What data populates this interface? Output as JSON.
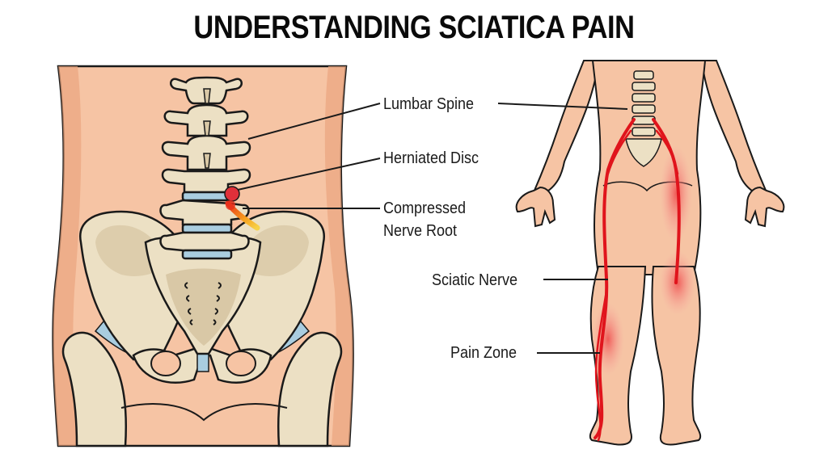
{
  "title": "UNDERSTANDING SCIATICA PAIN",
  "colors": {
    "skin": "#f6c4a4",
    "skin_shadow": "#eba57f",
    "bone": "#ece0c4",
    "bone_shadow": "#d9c8a6",
    "disc": "#a9cde0",
    "nerve": "#e0141c",
    "pain_glow": "#f26a6a",
    "outline": "#1a1a1a"
  },
  "panels": {
    "left": {
      "name": "lumbar-spine-pelvis-view"
    },
    "right": {
      "name": "posterior-body-view"
    }
  },
  "labels": [
    {
      "id": "lumbar-spine",
      "text": "Lumbar Spine"
    },
    {
      "id": "herniated-disc",
      "text": "Herniated Disc"
    },
    {
      "id": "compressed-nerve-root",
      "line1": "Compressed",
      "line2": "Nerve Root"
    },
    {
      "id": "sciatic-nerve",
      "text": "Sciatic Nerve"
    },
    {
      "id": "pain-zone",
      "text": "Pain Zone"
    }
  ]
}
